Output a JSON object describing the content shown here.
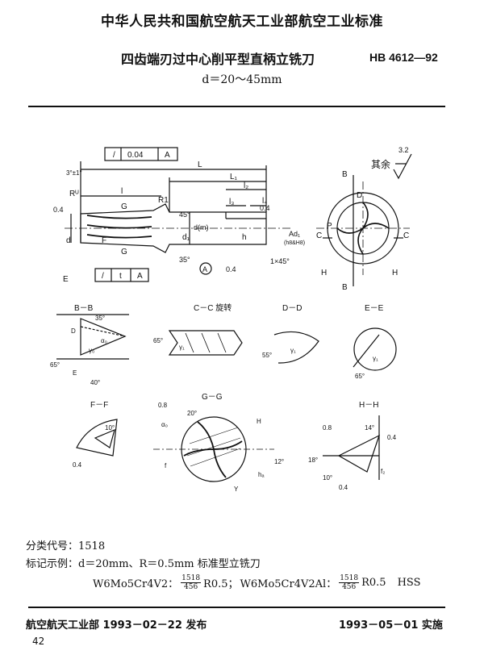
{
  "header": {
    "organization": "中华人民共和国航空航天工业部航空工业标准",
    "title": "四齿端刃过中心削平型直柄立铣刀",
    "standard_code": "HB 4612—92",
    "subtitle": "d＝20～45mm"
  },
  "drawing": {
    "roughness_label": "其余",
    "roughness_value": "3.2",
    "tolerance_top": [
      "/",
      "0.04",
      "A"
    ],
    "tolerance_bottom": [
      "/",
      "t",
      "A"
    ],
    "main_labels": {
      "L": "L",
      "L1": "L₁",
      "l": "l",
      "l2": "l₂",
      "l3": "l₃",
      "l4": "l₄",
      "d": "d",
      "d1": "d₁",
      "h": "h",
      "dm": "d(m)",
      "R1": "R1",
      "R": "Rᵁ",
      "G": "G",
      "F": "F",
      "E": "E",
      "A": "A",
      "angle_top": "45°",
      "angle_35": "35°",
      "chamfer": "1×45°",
      "ad": "Ad₁",
      "bevel": "3°±1°",
      "ra04": "0.4",
      "ra04b": "0.4",
      "ra04c": "0.4",
      "fit": "(h8&H8)"
    },
    "end_view_labels": {
      "B_top": "B",
      "B_bottom": "B",
      "C_left": "C",
      "C_right": "C",
      "H_left": "H",
      "H_right": "H",
      "D": "D",
      "P": "P"
    },
    "sections": {
      "BB": "B－B",
      "CC": "C－C 旋转",
      "DD": "D－D",
      "EE": "E－E",
      "FF": "F－F",
      "GG": "G－G",
      "HH": "H－H"
    },
    "section_labels": {
      "bb_35": "35°",
      "bb_D": "D",
      "bb_a": "α₀",
      "bb_y": "γ₀",
      "bb_65": "65°",
      "bb_E": "E",
      "bb_40": "40°",
      "cc_65": "65°",
      "cc_y": "γ₁",
      "dd_55": "55°",
      "dd_y": "γ₁",
      "ee_y": "γ₁",
      "ee_65": "65°",
      "ff_10": "10°",
      "ff_04": "0.4",
      "gg_08": "0.8",
      "gg_a": "α₀",
      "gg_20": "20°",
      "gg_H": "H",
      "gg_12": "12°",
      "gg_f": "f",
      "gg_h": "hₐ",
      "gg_Y": "Y",
      "hh_08": "0.8",
      "hh_14": "14°",
      "hh_04": "0.4",
      "hh_18": "18°",
      "hh_10": "10°",
      "hh_f2": "f₂",
      "hh_04b": "0.4"
    }
  },
  "notes": {
    "class_code": "分类代号：1518",
    "example": "标记示例：d＝20mm、R＝0.5mm 标准型立铣刀",
    "mat1": "W6Mo5Cr4V2：",
    "num1": "1518",
    "den1": "456",
    "tail1": "R0.5；",
    "mat2": "W6Mo5Cr4V2Al：",
    "num2": "1518",
    "den2": "456",
    "tail2": "R0.5",
    "hss": "HSS"
  },
  "footer": {
    "issued": "航空航天工业部 1993－02－22 发布",
    "effective": "1993－05－01 实施",
    "page": "42"
  }
}
